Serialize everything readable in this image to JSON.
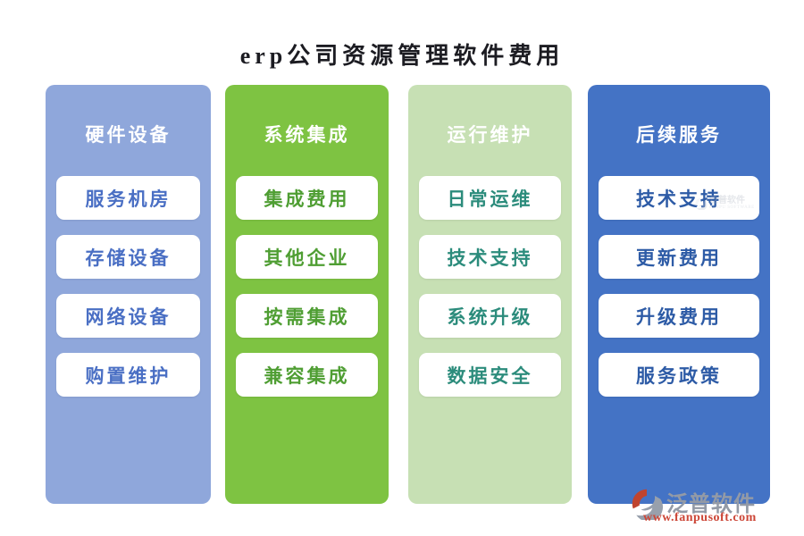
{
  "title": "erp公司资源管理软件费用",
  "title_color": "#1c1c22",
  "columns": [
    {
      "header": "硬件设备",
      "bg": "#8FA7DB",
      "item_text_color": "#4A6FC4",
      "items": [
        "服务机房",
        "存储设备",
        "网络设备",
        "购置维护"
      ]
    },
    {
      "header": "系统集成",
      "bg": "#7EC342",
      "item_text_color": "#4F9E33",
      "items": [
        "集成费用",
        "其他企业",
        "按需集成",
        "兼容集成"
      ]
    },
    {
      "header": "运行维护",
      "bg": "#C7E0B4",
      "item_text_color": "#2C8C7C",
      "items": [
        "日常运维",
        "技术支持",
        "系统升级",
        "数据安全"
      ]
    },
    {
      "header": "后续服务",
      "bg": "#4473C5",
      "item_text_color": "#2D5BA6",
      "items": [
        "技术支持",
        "更新费用",
        "升级费用",
        "服务政策"
      ]
    }
  ],
  "watermark": {
    "brand": "泛普软件",
    "url": "www.fanpusoft.com",
    "brand_color": "#939AA6",
    "url_color": "#CC4637",
    "logo_gray": "#98A0AC",
    "logo_red": "#C0442F"
  },
  "inner_watermark": {
    "brand": "泛普软件",
    "subtext": "FANPU SOFTWARE"
  }
}
